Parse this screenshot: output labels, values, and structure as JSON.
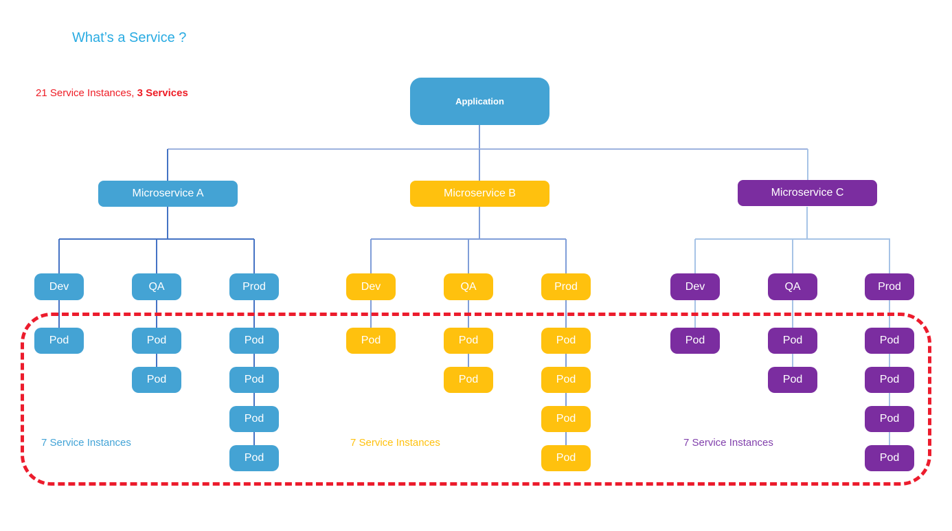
{
  "title": "What’s a Service ?",
  "caption": {
    "prefix": "21 Service Instances, ",
    "bold": "3 Services"
  },
  "root": {
    "label": "Application"
  },
  "microservices": [
    {
      "label": "Microservice A",
      "color": "#44A3D4",
      "line_color": "#4472C4",
      "instances_caption": "7 Service Instances",
      "environments": [
        {
          "label": "Dev",
          "pods": [
            "Pod"
          ]
        },
        {
          "label": "QA",
          "pods": [
            "Pod",
            "Pod"
          ]
        },
        {
          "label": "Prod",
          "pods": [
            "Pod",
            "Pod",
            "Pod",
            "Pod"
          ]
        }
      ]
    },
    {
      "label": "Microservice B",
      "color": "#FFC10E",
      "line_color": "#7F9DD8",
      "instances_caption": "7 Service Instances",
      "environments": [
        {
          "label": "Dev",
          "pods": [
            "Pod"
          ]
        },
        {
          "label": "QA",
          "pods": [
            "Pod",
            "Pod"
          ]
        },
        {
          "label": "Prod",
          "pods": [
            "Pod",
            "Pod",
            "Pod",
            "Pod"
          ]
        }
      ]
    },
    {
      "label": "Microservice C",
      "color": "#7B2DA0",
      "line_color": "#A6C3E6",
      "instances_caption": "7 Service Instances",
      "environments": [
        {
          "label": "Dev",
          "pods": [
            "Pod"
          ]
        },
        {
          "label": "QA",
          "pods": [
            "Pod",
            "Pod"
          ]
        },
        {
          "label": "Prod",
          "pods": [
            "Pod",
            "Pod",
            "Pod",
            "Pod"
          ]
        }
      ]
    }
  ],
  "colors": {
    "title_text": "#29ABE2",
    "caption_text": "#EE1C25",
    "highlight_border": "#EC1C2D",
    "top_connector": "#9DB2DE"
  }
}
